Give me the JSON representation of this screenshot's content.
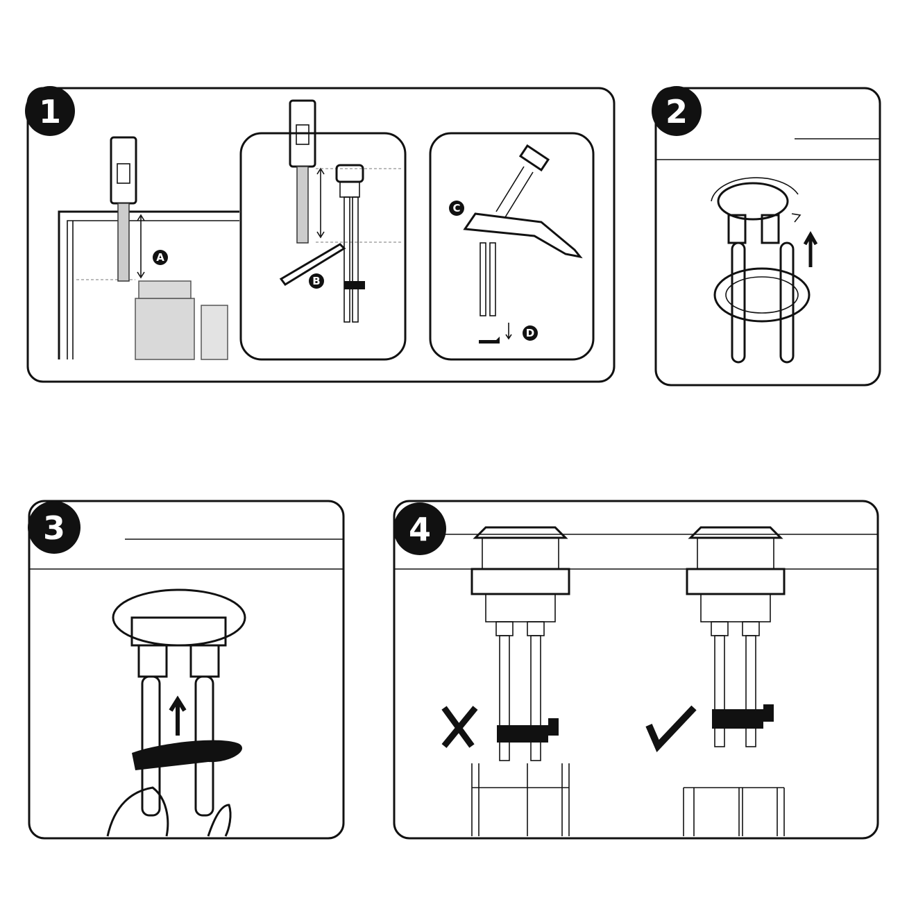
{
  "steps": [
    {
      "number": "1",
      "labels": {
        "a": "A",
        "b": "B",
        "c": "C",
        "d": "D"
      }
    },
    {
      "number": "2"
    },
    {
      "number": "3"
    },
    {
      "number": "4",
      "marks": {
        "wrong": "cross-mark",
        "right": "check-mark"
      }
    }
  ],
  "colors": {
    "ink": "#111111",
    "fill_gray": "#d9d9d9",
    "bg": "#ffffff"
  }
}
